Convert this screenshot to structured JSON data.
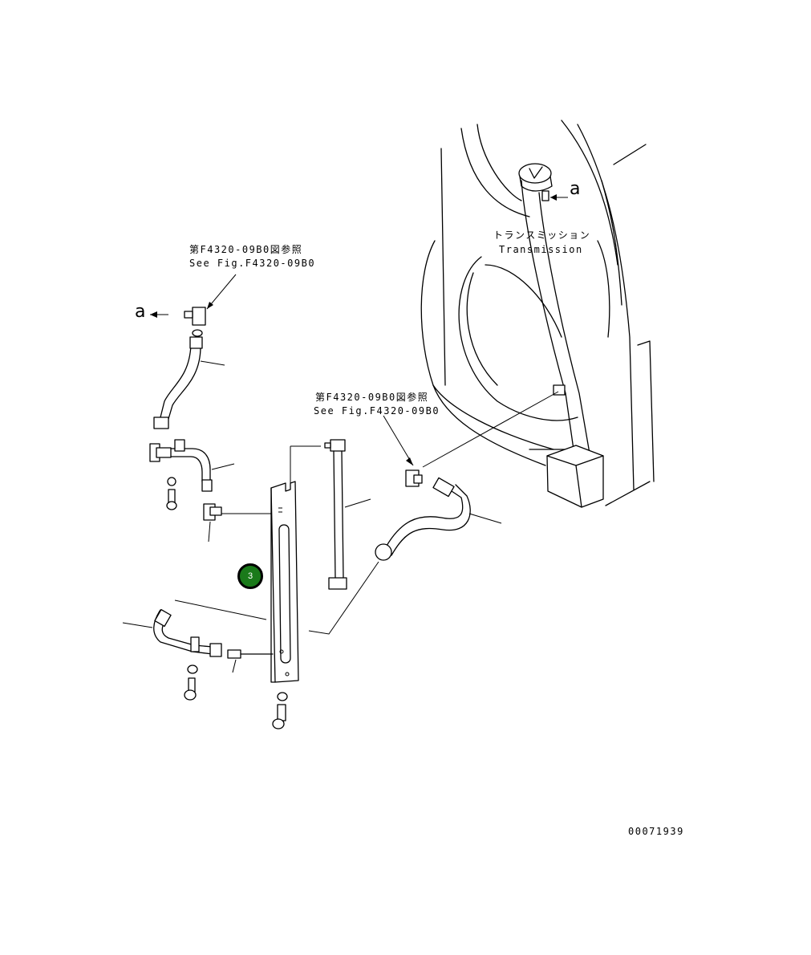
{
  "references": {
    "top_left": {
      "jp": "第F4320-09B0図参照",
      "en": "See Fig.F4320-09B0"
    },
    "middle": {
      "jp": "第F4320-09B0図参照",
      "en": "See Fig.F4320-09B0"
    }
  },
  "transmission_label": {
    "jp": "トランスミッション",
    "en": "Transmission"
  },
  "markers": {
    "left_a": "a",
    "right_a": "a"
  },
  "callouts": [
    {
      "number": "3",
      "color": "#1a7a1a"
    }
  ],
  "drawing_number": "00071939"
}
